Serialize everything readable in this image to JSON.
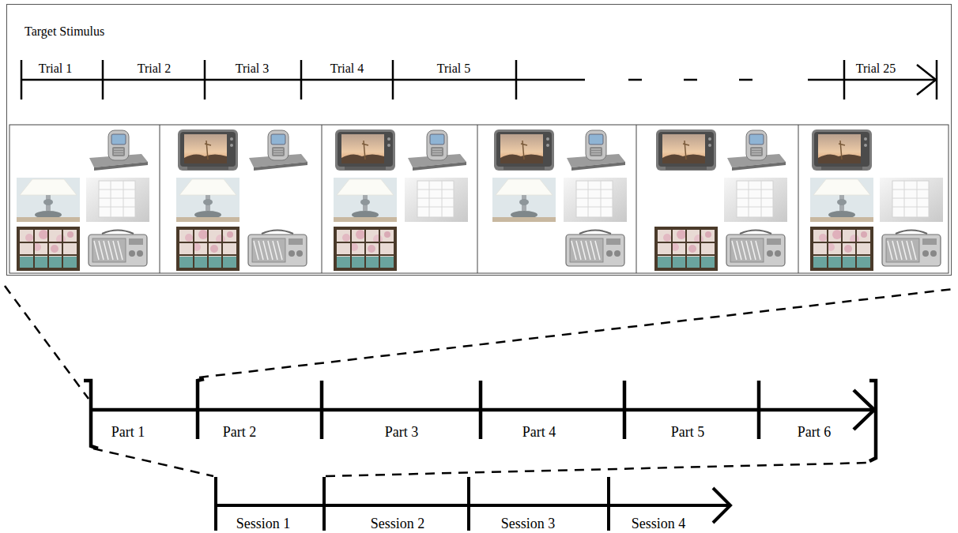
{
  "diagram": {
    "nodes": [
      {
        "text": [
          "Target Stimulus"
        ]
      }
    ],
    "labels": [
      "Trial 1",
      "Trial 2",
      "Trial 3",
      "Trial 4",
      "Trial 5",
      "Trial 25",
      "Part 1",
      "Part 2",
      "Part 3",
      "Part 4",
      "Part 5",
      "Part 6",
      "Session 1",
      "Session 2",
      "Session 3",
      "Session 4"
    ]
  }
}
